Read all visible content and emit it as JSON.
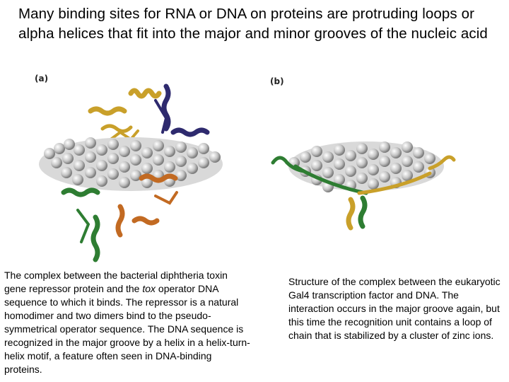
{
  "slide": {
    "title": "Many binding sites for RNA or DNA on proteins are protruding loops or alpha helices that fit into the major and minor grooves of the nucleic acid"
  },
  "panel_a": {
    "label": "(a)",
    "caption_before": "The complex between the bacterial diphtheria toxin gene repressor protein and the ",
    "caption_italic": "tox",
    "caption_after": " operator DNA sequence to which it binds. The repressor is a natural homodimer and two dimers bind to the pseudo-symmetrical operator sequence. The DNA sequence is recognized in the major groove by a helix in a helix-turn-helix motif, a feature often seen in DNA-binding proteins."
  },
  "panel_b": {
    "label": "(b)",
    "caption": "Structure of the complex between the eukaryotic Gal4 transcription factor and DNA. The interaction occurs in the major groove again, but this time the recognition unit contains a loop of chain that is stabilized by a cluster of zinc ions."
  },
  "colors": {
    "dna_gray": "#c4c4c4",
    "protein_gold": "#c9a02a",
    "protein_navy": "#2e2a6e",
    "protein_green": "#2e7d32",
    "protein_orange": "#c26a22"
  }
}
